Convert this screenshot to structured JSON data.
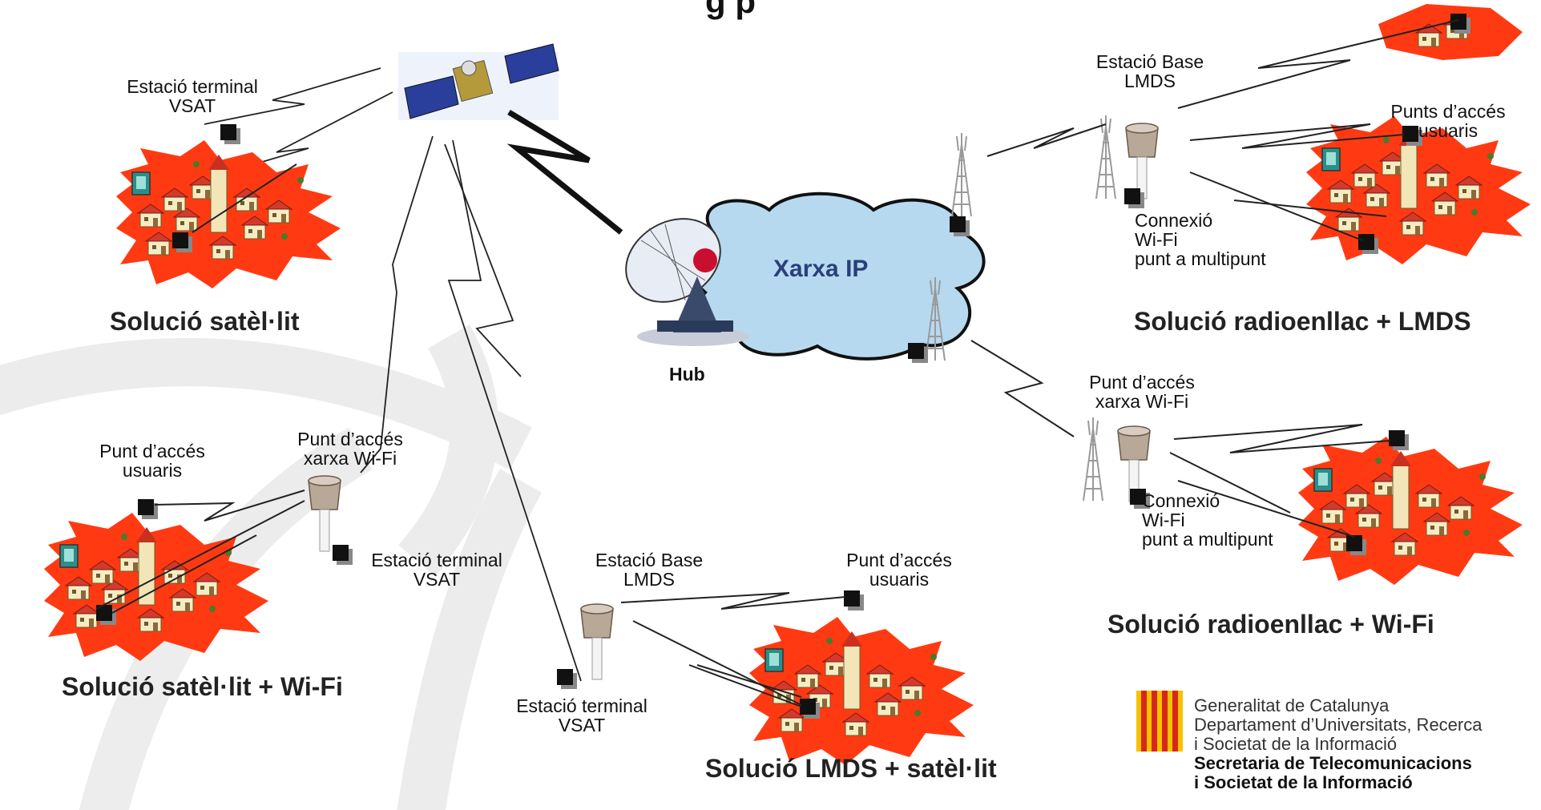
{
  "title_fragment": "g p",
  "cloud_label": "Xarxa IP",
  "hub_label": "Hub",
  "logo": {
    "line1": "Generalitat de Catalunya",
    "line2": "Departament d’Universitats, Recerca",
    "line3": "i Societat de la Informació",
    "line4": "Secretaria de Telecomunicacions",
    "line5": "i Societat de la Informació",
    "colors": {
      "red": "#d6281a",
      "yellow": "#f6c200"
    }
  },
  "solutions": {
    "satellite": {
      "title": "Solució satèl·lit",
      "terminal_l1": "Estació terminal",
      "terminal_l2": "VSAT"
    },
    "satellite_wifi": {
      "title": "Solució satèl·lit + Wi-Fi",
      "users_l1": "Punt d’accés",
      "users_l2": "usuaris",
      "ap_l1": "Punt d’accés",
      "ap_l2": "xarxa Wi-Fi",
      "terminal_l1": "Estació terminal",
      "terminal_l2": "VSAT"
    },
    "lmds_satellite": {
      "title": "Solució LMDS + satèl·lit",
      "base_l1": "Estació Base",
      "base_l2": "LMDS",
      "users_l1": "Punt d’accés",
      "users_l2": "usuaris",
      "terminal_l1": "Estació terminal",
      "terminal_l2": "VSAT"
    },
    "radio_lmds": {
      "title": "Solució radioenllac + LMDS",
      "base_l1": "Estació Base",
      "base_l2": "LMDS",
      "users_l1": "Punts d’accés",
      "users_l2": "usuaris",
      "conn_l1": "Connexió",
      "conn_l2": "Wi-Fi",
      "conn_l3": "punt a multipunt"
    },
    "radio_wifi": {
      "title": "Solució radioenllac + Wi-Fi",
      "ap_l1": "Punt d’accés",
      "ap_l2": "xarxa Wi-Fi",
      "conn_l1": "Connexió",
      "conn_l2": "Wi-Fi",
      "conn_l3": "punt a multipunt"
    }
  }
}
